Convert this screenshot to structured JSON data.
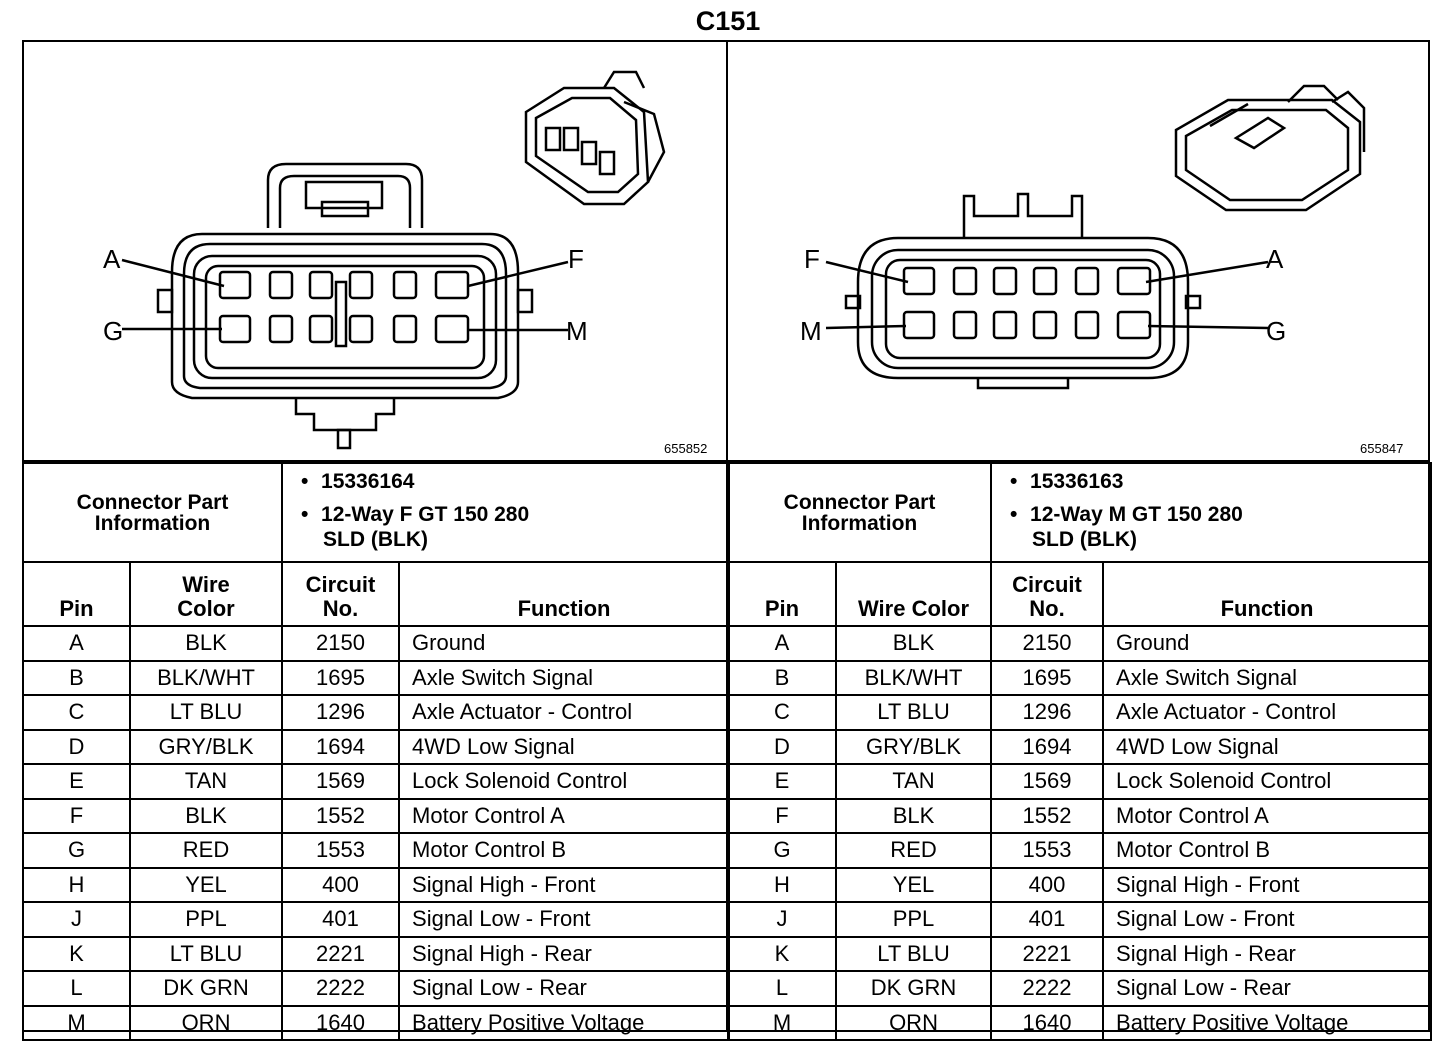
{
  "title": "C151",
  "left": {
    "figure_number": "655852",
    "callouts": {
      "top_left": "A",
      "bottom_left": "G",
      "top_right": "F",
      "bottom_right": "M"
    },
    "info_label": "Connector Part Information",
    "part_number": "15336164",
    "part_desc_line1": "12-Way F GT 150 280",
    "part_desc_line2": "SLD (BLK)",
    "headers": {
      "pin": "Pin",
      "wire_color": "Wire Color",
      "circuit": "Circuit No.",
      "function": "Function"
    },
    "rows": [
      {
        "pin": "A",
        "color": "BLK",
        "circuit": "2150",
        "function": "Ground"
      },
      {
        "pin": "B",
        "color": "BLK/WHT",
        "circuit": "1695",
        "function": "Axle Switch Signal"
      },
      {
        "pin": "C",
        "color": "LT BLU",
        "circuit": "1296",
        "function": "Axle Actuator - Control"
      },
      {
        "pin": "D",
        "color": "GRY/BLK",
        "circuit": "1694",
        "function": "4WD Low Signal"
      },
      {
        "pin": "E",
        "color": "TAN",
        "circuit": "1569",
        "function": "Lock Solenoid Control"
      },
      {
        "pin": "F",
        "color": "BLK",
        "circuit": "1552",
        "function": "Motor Control A"
      },
      {
        "pin": "G",
        "color": "RED",
        "circuit": "1553",
        "function": "Motor Control B"
      },
      {
        "pin": "H",
        "color": "YEL",
        "circuit": "400",
        "function": "Signal High - Front"
      },
      {
        "pin": "J",
        "color": "PPL",
        "circuit": "401",
        "function": "Signal Low - Front"
      },
      {
        "pin": "K",
        "color": "LT BLU",
        "circuit": "2221",
        "function": "Signal High - Rear"
      },
      {
        "pin": "L",
        "color": "DK GRN",
        "circuit": "2222",
        "function": "Signal Low - Rear"
      },
      {
        "pin": "M",
        "color": "ORN",
        "circuit": "1640",
        "function": "Battery Positive Voltage"
      }
    ]
  },
  "right": {
    "figure_number": "655847",
    "callouts": {
      "top_left": "F",
      "bottom_left": "M",
      "top_right": "A",
      "bottom_right": "G"
    },
    "info_label": "Connector Part Information",
    "part_number": "15336163",
    "part_desc_line1": "12-Way M GT 150 280",
    "part_desc_line2": "SLD (BLK)",
    "headers": {
      "pin": "Pin",
      "wire_color": "Wire Color",
      "circuit": "Circuit No.",
      "function": "Function"
    },
    "rows": [
      {
        "pin": "A",
        "color": "BLK",
        "circuit": "2150",
        "function": "Ground"
      },
      {
        "pin": "B",
        "color": "BLK/WHT",
        "circuit": "1695",
        "function": "Axle Switch Signal"
      },
      {
        "pin": "C",
        "color": "LT BLU",
        "circuit": "1296",
        "function": "Axle Actuator - Control"
      },
      {
        "pin": "D",
        "color": "GRY/BLK",
        "circuit": "1694",
        "function": "4WD Low Signal"
      },
      {
        "pin": "E",
        "color": "TAN",
        "circuit": "1569",
        "function": "Lock Solenoid Control"
      },
      {
        "pin": "F",
        "color": "BLK",
        "circuit": "1552",
        "function": "Motor Control A"
      },
      {
        "pin": "G",
        "color": "RED",
        "circuit": "1553",
        "function": "Motor Control B"
      },
      {
        "pin": "H",
        "color": "YEL",
        "circuit": "400",
        "function": "Signal High - Front"
      },
      {
        "pin": "J",
        "color": "PPL",
        "circuit": "401",
        "function": "Signal Low - Front"
      },
      {
        "pin": "K",
        "color": "LT BLU",
        "circuit": "2221",
        "function": "Signal High - Rear"
      },
      {
        "pin": "L",
        "color": "DK GRN",
        "circuit": "2222",
        "function": "Signal Low - Rear"
      },
      {
        "pin": "M",
        "color": "ORN",
        "circuit": "1640",
        "function": "Battery Positive Voltage"
      }
    ]
  }
}
